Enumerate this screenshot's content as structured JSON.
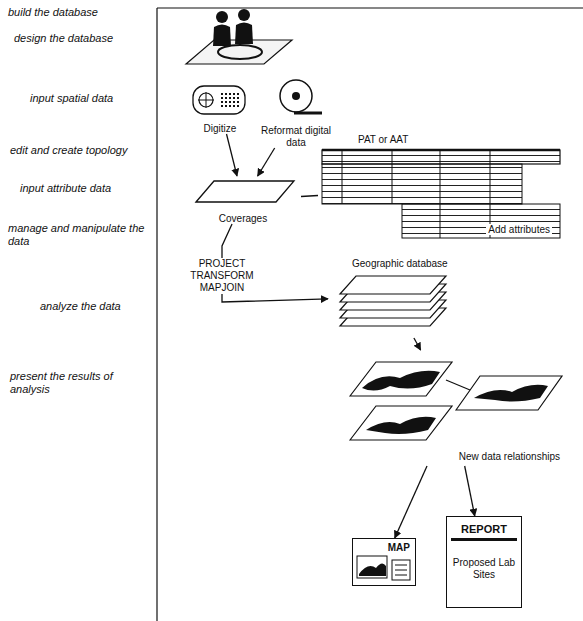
{
  "diagram": {
    "nodes": [
      {
        "text": [
          "Digitize"
        ]
      },
      {
        "text": [
          "Reformat digital data"
        ]
      },
      {
        "text": [
          "PAT or AAT",
          "Add attributes"
        ]
      },
      {
        "text": [
          "Coverages"
        ]
      },
      {
        "text": [
          "Geographic database"
        ]
      },
      {
        "text": [
          "New data relationships"
        ]
      },
      {
        "text": [
          "MAP"
        ]
      },
      {
        "text": [
          "REPORT",
          "Proposed Lab Sites"
        ]
      }
    ],
    "edges": [
      {
        "from": 0,
        "to": 3,
        "arrow": "to"
      },
      {
        "from": 1,
        "to": 3,
        "arrow": "to"
      },
      {
        "from": 3,
        "to": 2,
        "arrow": "none"
      },
      {
        "from": 3,
        "to": 4,
        "label": "PROJECT TRANSFORM MAPJOIN",
        "arrow": "to"
      },
      {
        "from": 4,
        "to": 5,
        "arrow": "to"
      },
      {
        "from": 5,
        "to": 6,
        "arrow": "to"
      },
      {
        "from": 5,
        "to": 7,
        "arrow": "to"
      }
    ],
    "labels": [
      "build the database",
      "design the database",
      "input spatial data",
      "edit and create topology",
      "input attribute data",
      "manage and manipulate the data",
      "analyze the data",
      "present the results of analysis"
    ]
  }
}
